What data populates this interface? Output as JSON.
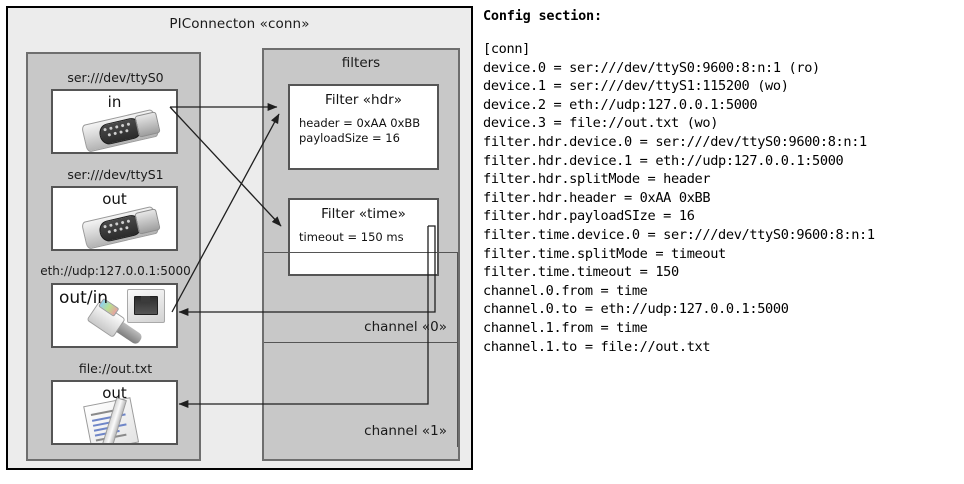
{
  "diagram": {
    "title": "PIConnecton «conn»",
    "devices_panel": {
      "devices": [
        {
          "label": "ser:///dev/ttyS0",
          "direction": "in",
          "icon": "serial-dsub-connector-icon"
        },
        {
          "label": "ser:///dev/ttyS1",
          "direction": "out",
          "icon": "serial-dsub-connector-icon"
        },
        {
          "label": "eth://udp:127.0.0.1:5000",
          "direction": "out/in",
          "icon": "ethernet-jack-icon"
        },
        {
          "label": "file://out.txt",
          "direction": "out",
          "icon": "text-document-icon"
        }
      ]
    },
    "filters_panel": {
      "title": "filters",
      "filters": [
        {
          "title": "Filter «hdr»",
          "properties": [
            "header = 0xAA 0xBB",
            "payloadSize = 16"
          ]
        },
        {
          "title": "Filter «time»",
          "properties": [
            "timeout = 150 ms"
          ]
        }
      ],
      "channels": [
        {
          "label": "channel «0»"
        },
        {
          "label": "channel «1»"
        }
      ]
    }
  },
  "config": {
    "heading": "Config section:",
    "lines": [
      "[conn]",
      "device.0 = ser:///dev/ttyS0:9600:8:n:1 (ro)",
      "device.1 = ser:///dev/ttyS1:115200 (wo)",
      "device.2 = eth://udp:127.0.0.1:5000",
      "device.3 = file://out.txt (wo)",
      "filter.hdr.device.0 = ser:///dev/ttyS0:9600:8:n:1",
      "filter.hdr.device.1 = eth://udp:127.0.0.1:5000",
      "filter.hdr.splitMode = header",
      "filter.hdr.header = 0xAA 0xBB",
      "filter.hdr.payloadSIze = 16",
      "filter.time.device.0 = ser:///dev/ttyS0:9600:8:n:1",
      "filter.time.splitMode = timeout",
      "filter.time.timeout = 150",
      "channel.0.from = time",
      "channel.0.to = eth://udp:127.0.0.1:5000",
      "channel.1.from = time",
      "channel.1.to = file://out.txt"
    ]
  },
  "colors": {
    "outer_panel": "#ececec",
    "sub_panel": "#c8c8c8",
    "card": "#ffffff",
    "border_dark": "#000000",
    "border_mid": "#6e6e6e",
    "text": "#1a1a1a"
  }
}
